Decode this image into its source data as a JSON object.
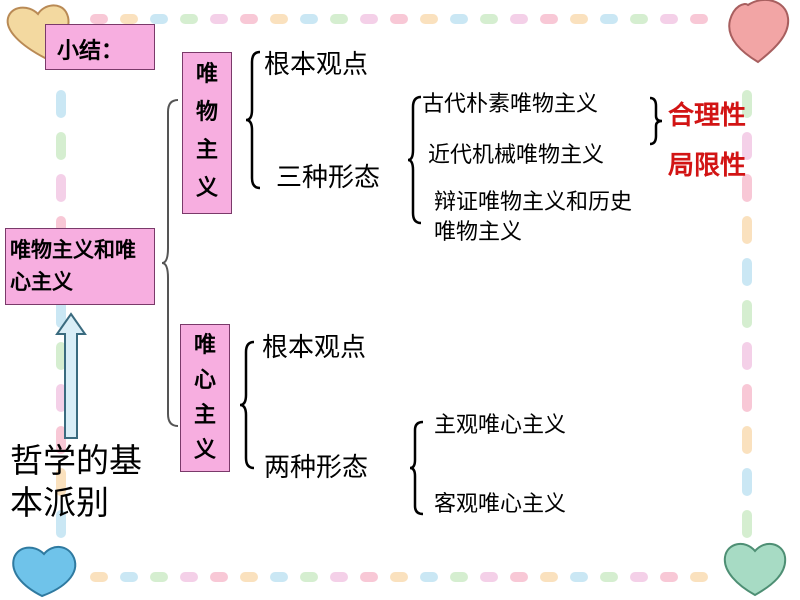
{
  "summary_label": "小结：",
  "root": {
    "label": "唯物主义和唯心主义"
  },
  "origin": {
    "label": "哲学的基本派别"
  },
  "materialism": {
    "label": "唯物主义",
    "viewpoint": "根本观点",
    "forms_label": "三种形态",
    "forms": [
      "古代朴素唯物主义",
      "近代机械唯物主义",
      "辩证唯物主义和历史唯物主义"
    ],
    "evaluation": [
      "合理性",
      "局限性"
    ]
  },
  "idealism": {
    "label": "唯心主义",
    "viewpoint": "根本观点",
    "forms_label": "两种形态",
    "forms": [
      "主观唯心主义",
      "客观唯心主义"
    ]
  },
  "colors": {
    "box_fill": "#f7aee0",
    "accent_red": "#d21414",
    "arrow_fill": "#d9eef7",
    "arrow_stroke": "#3a6b7f",
    "heart_top_left": "#f3d9a0",
    "heart_top_right": "#f2a5a5",
    "heart_bottom_left": "#6fc3ea",
    "heart_bottom_right": "#a7dbc4"
  },
  "icons": [
    "heart-icon",
    "up-arrow-icon",
    "curly-brace-icon"
  ]
}
